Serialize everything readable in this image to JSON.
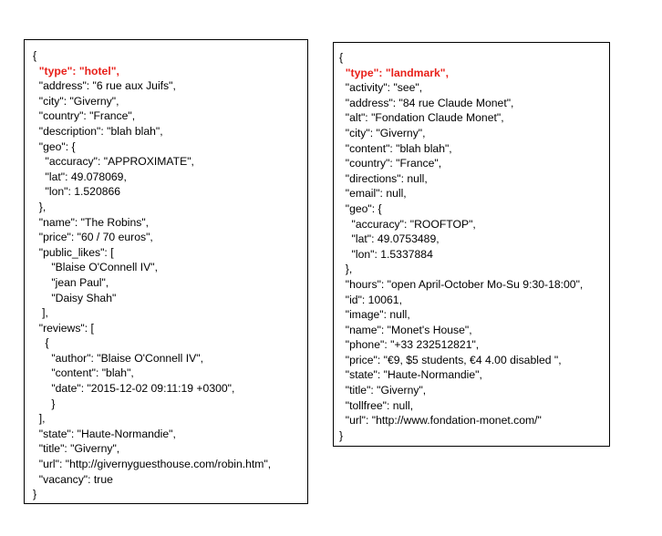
{
  "colors": {
    "highlight": "#e8201a",
    "text": "#000000",
    "border": "#000000",
    "background": "#ffffff"
  },
  "hotel_json": {
    "lines": [
      "{",
      "  \"type\": \"hotel\",",
      "  \"address\": \"6 rue aux Juifs\",",
      "  \"city\": \"Giverny\",",
      "  \"country\": \"France\",",
      "  \"description\": \"blah blah\",",
      "  \"geo\": {",
      "    \"accuracy\": \"APPROXIMATE\",",
      "    \"lat\": 49.078069,",
      "    \"lon\": 1.520866",
      "  },",
      "  \"name\": \"The Robins\",",
      "  \"price\": \"60 / 70 euros\",",
      "  \"public_likes\": [",
      "      \"Blaise O'Connell IV\",",
      "      \"jean Paul\",",
      "      \"Daisy Shah\"",
      "   ],",
      "  \"reviews\": [",
      "    {",
      "      \"author\": \"Blaise O'Connell IV\",",
      "      \"content\": \"blah\",",
      "      \"date\": \"2015-12-02 09:11:19 +0300\",",
      "      }",
      "  ],",
      "  \"state\": \"Haute-Normandie\",",
      "  \"title\": \"Giverny\",",
      "  \"url\": \"http://givernyguesthouse.com/robin.htm\",",
      "  \"vacancy\": true",
      "}"
    ],
    "highlight_index": 1
  },
  "landmark_json": {
    "lines": [
      "{",
      "  \"type\": \"landmark\",",
      "  \"activity\": \"see\",",
      "  \"address\": \"84 rue Claude Monet\",",
      "  \"alt\": \"Fondation Claude Monet\",",
      "  \"city\": \"Giverny\",",
      "  \"content\": \"blah blah\",",
      "  \"country\": \"France\",",
      "  \"directions\": null,",
      "  \"email\": null,",
      "  \"geo\": {",
      "    \"accuracy\": \"ROOFTOP\",",
      "    \"lat\": 49.0753489,",
      "    \"lon\": 1.5337884",
      "  },",
      "  \"hours\": \"open April-October Mo-Su 9:30-18:00\",",
      "  \"id\": 10061,",
      "  \"image\": null,",
      "  \"name\": \"Monet's House\",",
      "  \"phone\": \"+33 232512821\",",
      "  \"price\": \"€9, $5 students, €4 4.00 disabled \",",
      "  \"state\": \"Haute-Normandie\",",
      "  \"title\": \"Giverny\",",
      "  \"tollfree\": null,",
      "  \"url\": \"http://www.fondation-monet.com/\"",
      "}"
    ],
    "highlight_index": 1
  }
}
